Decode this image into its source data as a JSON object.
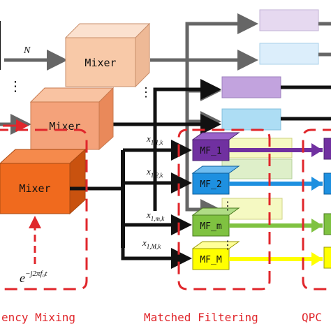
{
  "diagram": {
    "mixers": [
      {
        "id": "mixer_back",
        "label": "Mixer"
      },
      {
        "id": "mixer_mid",
        "label": "Mixer"
      },
      {
        "id": "mixer_front",
        "label": "Mixer"
      }
    ],
    "input_label": "N",
    "dots": "⋮",
    "phase_label": "e",
    "phase_exponent": "−j2πf₀t",
    "signals": [
      {
        "name": "x",
        "sub": "1,1,k"
      },
      {
        "name": "x",
        "sub": "1,2,k"
      },
      {
        "name": "x",
        "sub": "1,m,k"
      },
      {
        "name": "x",
        "sub": "1,M,k"
      }
    ],
    "filters": [
      {
        "label": "MF_1",
        "color": "#7030a0"
      },
      {
        "label": "MF_2",
        "color": "#1e90e0"
      },
      {
        "label": "MF_m",
        "color": "#7fc241"
      },
      {
        "label": "MF_M",
        "color": "#ffff00"
      }
    ],
    "captions": {
      "mixing": "ency Mixing",
      "filtering": "Matched Filtering",
      "qpc": "QPC"
    },
    "colors": {
      "dashed_red": "#e0262b",
      "mixer_light": "#f8c9a8",
      "mixer_mid": "#f4a27a",
      "mixer_front": "#f06a1e"
    }
  }
}
